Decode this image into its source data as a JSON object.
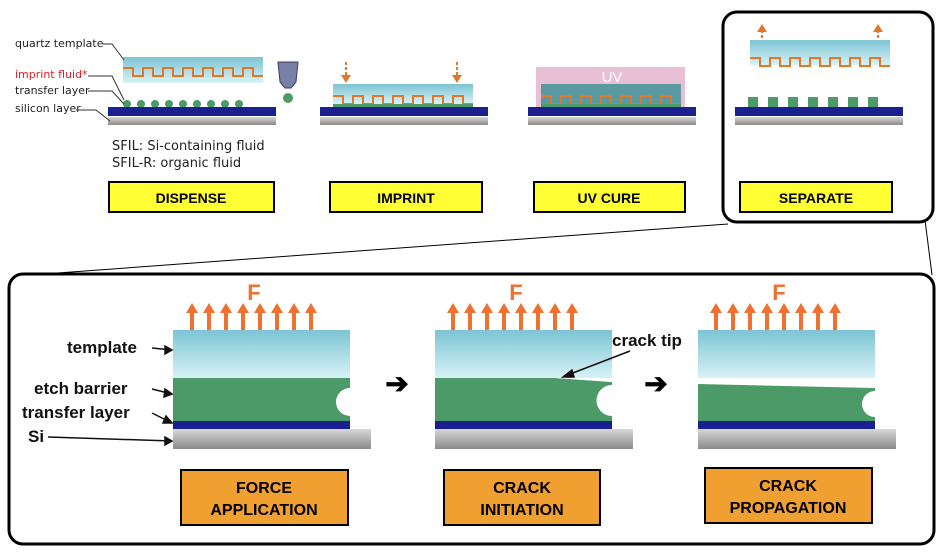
{
  "top_labels": {
    "quartz_template": "quartz template",
    "imprint_fluid": "imprint fluid*",
    "transfer_layer": "transfer layer",
    "silicon_layer": "silicon layer",
    "note_line1": "SFIL: Si-containing fluid",
    "note_line2": "SFIL-R: organic fluid"
  },
  "uv_label": "UV",
  "steps": [
    {
      "label": "DISPENSE"
    },
    {
      "label": "IMPRINT"
    },
    {
      "label": "UV CURE"
    },
    {
      "label": "SEPARATE"
    }
  ],
  "detail": {
    "layer_labels": {
      "template": "template",
      "etch_barrier": "etch barrier",
      "transfer_layer": "transfer layer",
      "si": "Si"
    },
    "force_label": "F",
    "crack_tip_label": "crack tip",
    "arrow_glyph": "➔",
    "stages": [
      {
        "line1": "FORCE",
        "line2": "APPLICATION"
      },
      {
        "line1": "CRACK",
        "line2": "INITIATION"
      },
      {
        "line1": "CRACK",
        "line2": "PROPAGATION"
      }
    ]
  },
  "colors": {
    "step_label_fill": "#ffff33",
    "stage_label_fill": "#f0a030",
    "force_arrow": "#f07030",
    "template_fill": "#a8d8e0",
    "etch_barrier": "#4c9a68",
    "transfer_layer": "#1a2090",
    "silicon": "#b8b8b8",
    "imprint_fluid_text": "#e02020"
  }
}
